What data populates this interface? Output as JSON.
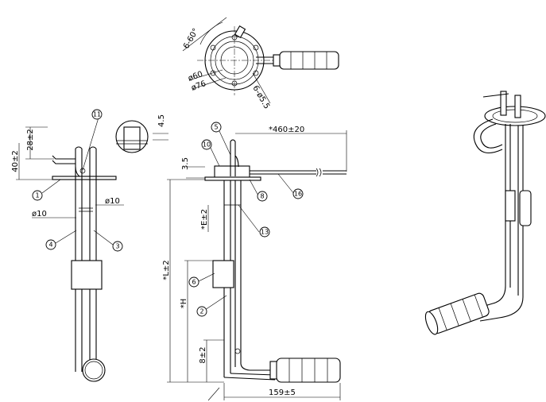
{
  "top_view": {
    "angle_label": "6-60°",
    "d60_label": "ø60",
    "d76_label": "ø76",
    "holes_label": "6-ø5.5"
  },
  "side_view": {
    "dim_28": "28±2",
    "dim_40": "40±2",
    "dim_4_5": "4.5",
    "dia_left": "ø10",
    "dia_right": "ø10"
  },
  "front_view": {
    "dim_460": "*460±20",
    "dim_3_5": "3.5",
    "dim_E": "*E±2",
    "dim_L": "*L±2",
    "dim_H": "*H",
    "dim_8": "8±2",
    "dim_159": "159±5"
  },
  "callouts": {
    "c1": "1",
    "c2": "2",
    "c3": "3",
    "c4": "4",
    "c5": "5",
    "c6": "6",
    "c8": "8",
    "c10": "10",
    "c11": "11",
    "c13": "13",
    "c16": "16"
  }
}
